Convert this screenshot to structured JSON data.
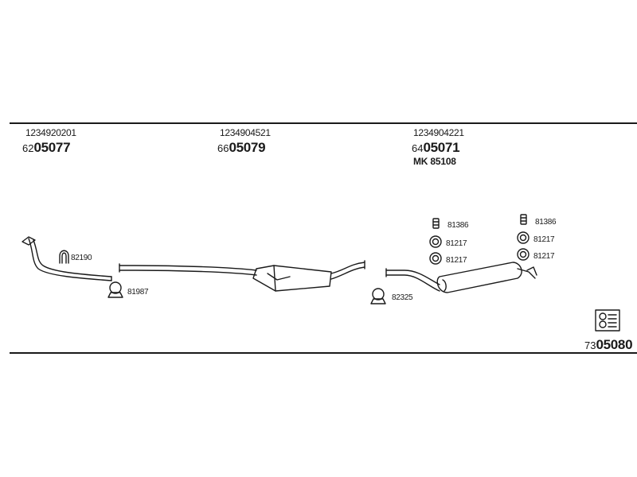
{
  "groups": [
    {
      "code": "1234920201",
      "part_prefix": "62",
      "part_main": "05077"
    },
    {
      "code": "1234904521",
      "part_prefix": "66",
      "part_main": "05079"
    },
    {
      "code": "1234904221",
      "part_prefix": "64",
      "part_main": "05071",
      "extra": "MK  85108"
    }
  ],
  "parts": {
    "u_bolt": "82190",
    "clamp_1": "81987",
    "clamp_2": "82325",
    "mount_rubber_1": "81386",
    "ring_1a": "81217",
    "ring_1b": "81217",
    "mount_rubber_2": "81386",
    "ring_2a": "81217",
    "ring_2b": "81217"
  },
  "kit": {
    "part_prefix": "73",
    "part_main": "05080"
  }
}
